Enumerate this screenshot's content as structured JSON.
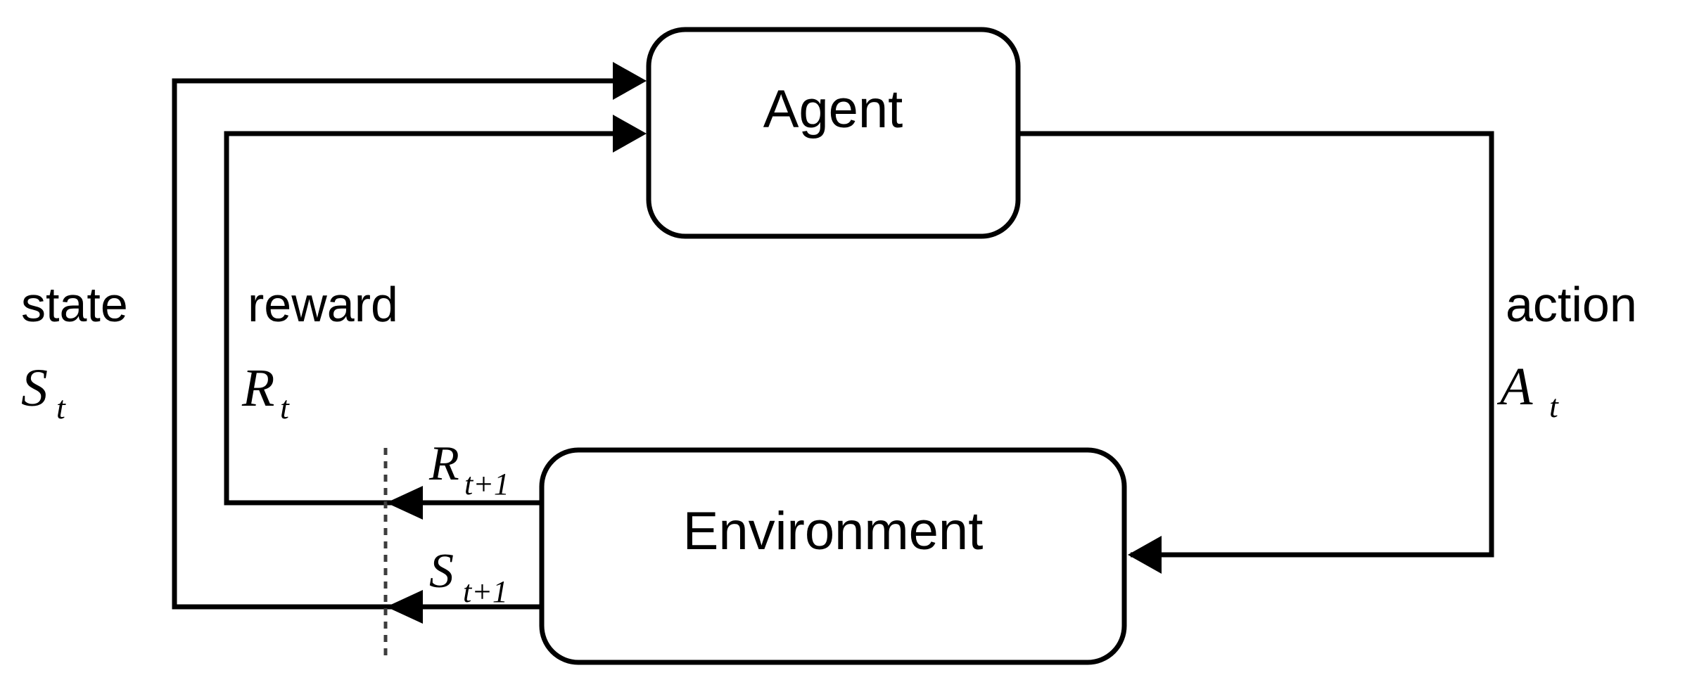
{
  "diagram": {
    "boxes": {
      "agent": "Agent",
      "environment": "Environment"
    },
    "labels": {
      "state": "state",
      "state_var": "S",
      "state_sub": "t",
      "reward": "reward",
      "reward_var": "R",
      "reward_sub": "t",
      "action": "action",
      "action_var": "A",
      "action_sub": "t",
      "next_reward_var": "R",
      "next_reward_sub": "t+1",
      "next_state_var": "S",
      "next_state_sub": "t+1"
    },
    "colors": {
      "line": "#000000",
      "background": "#ffffff",
      "time_divider": "#3d3d3d"
    }
  }
}
